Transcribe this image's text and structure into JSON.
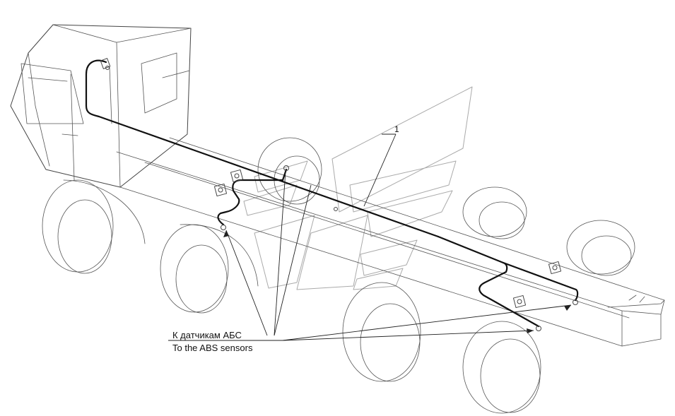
{
  "callout": {
    "number": "1"
  },
  "sensor_label": {
    "line_ru": "К датчикам АБС",
    "line_en": "To the ABS sensors"
  },
  "colors": {
    "line": "#111111",
    "watermark": "#aaaaaa",
    "background": "#ffffff"
  }
}
